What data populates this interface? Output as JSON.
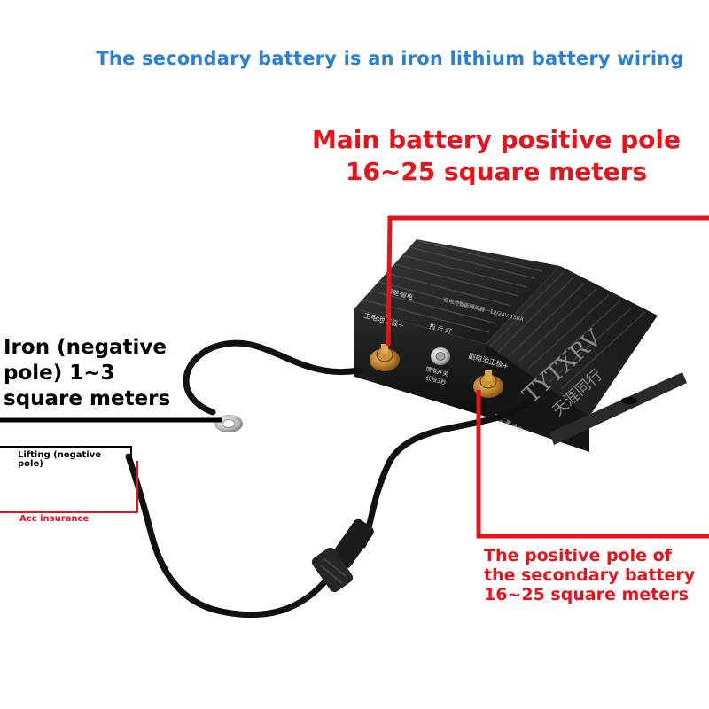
{
  "colors": {
    "headline_blue": "#2a7fd6",
    "annotation_red": "#e8121a",
    "text_black": "#000000",
    "device_body": "#1f1f1f",
    "cable": "#111111"
  },
  "headline": "The secondary battery is an iron lithium battery wiring",
  "main_battery_label": "Main battery positive pole 16~25 square meters",
  "iron_label": "Iron (negative pole) 1~3 square meters",
  "lifting_label": "Lifting (negative pole)",
  "acc_label": "Acc insurance",
  "secondary_label": "The positive pole of the secondary battery 16~25 square meters",
  "device": {
    "brand_name": "TYTXRV",
    "brand_chinese": "天涯同行",
    "main_terminal_label": "主电池正极+",
    "indicator_label": "指 示 灯",
    "switch_label": "馈电开关",
    "press_label": "长按3秒",
    "secondary_terminal_label": "副电池正极+",
    "top_label": "智能·省电",
    "model_label": "双电池智能隔离器 - 12/24V 150A",
    "bottom_label": "ACC 黑 负极"
  },
  "icons": [
    "ring-terminal-icon",
    "waterproof-connector-icon",
    "push-button-icon",
    "terminal-bolt-icon"
  ]
}
